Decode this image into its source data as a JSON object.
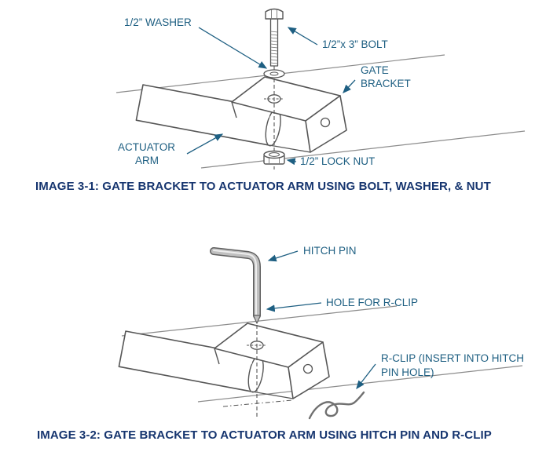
{
  "colors": {
    "label_text": "#1e5f82",
    "caption_text": "#16356f",
    "leader_line": "#1e5f82",
    "artwork_line": "#565656"
  },
  "figure1": {
    "labels": {
      "washer": "1/2” WASHER",
      "bolt": "1/2”x 3” BOLT",
      "gate_bracket_line1": "GATE",
      "gate_bracket_line2": "BRACKET",
      "actuator_arm_line1": "ACTUATOR",
      "actuator_arm_line2": "ARM",
      "lock_nut": "1/2” LOCK NUT"
    },
    "caption": {
      "prefix": "IMAGE 3-1:",
      "text": "GATE BRACKET TO ACTUATOR ARM USING BOLT, WASHER, & NUT"
    }
  },
  "figure2": {
    "labels": {
      "hitch_pin": "HITCH PIN",
      "hole_for_r_clip": "HOLE FOR R-CLIP",
      "r_clip_line1": "R-CLIP (INSERT INTO HITCH",
      "r_clip_line2": "PIN HOLE)"
    },
    "caption": {
      "prefix": "IMAGE 3-2:",
      "text": "GATE BRACKET TO ACTUATOR ARM USING HITCH PIN AND R-CLIP"
    }
  }
}
